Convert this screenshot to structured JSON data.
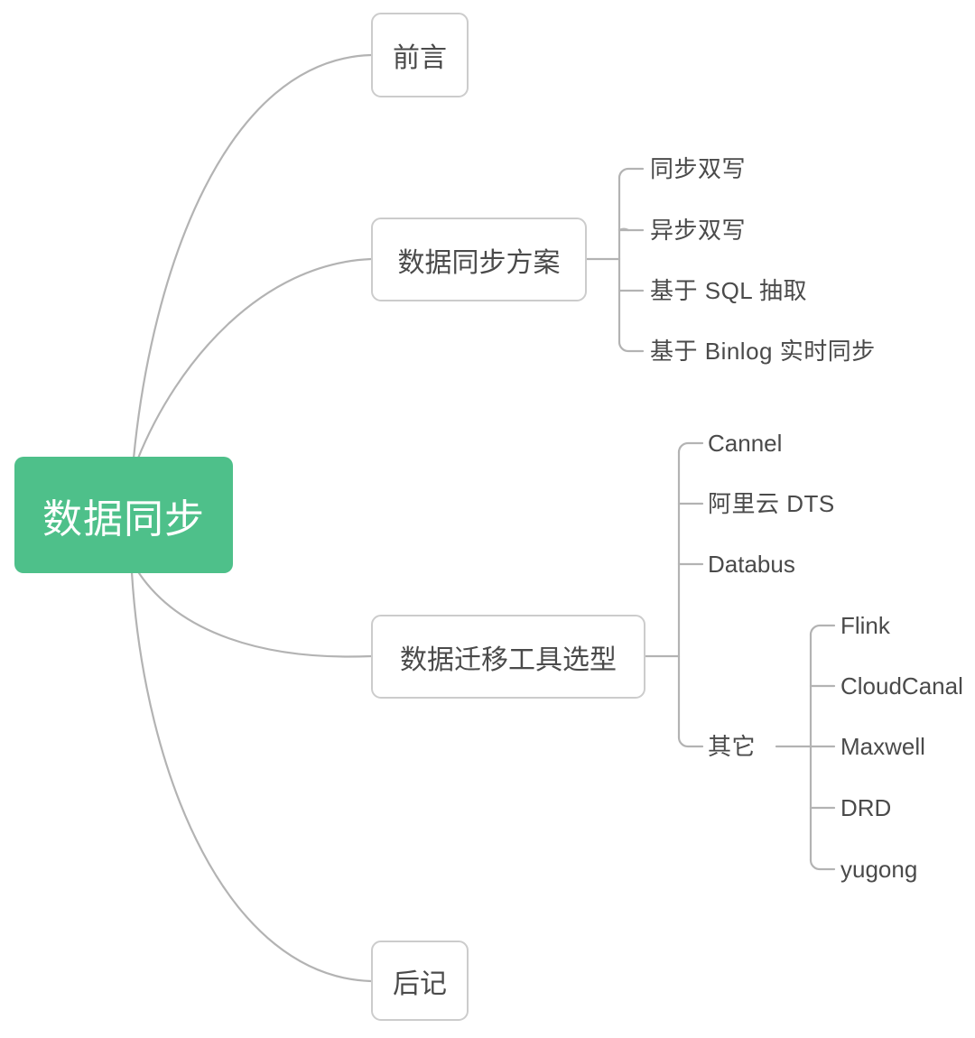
{
  "diagram": {
    "type": "mind-map",
    "title": "数据同步",
    "background_color": "#ffffff",
    "root_fill_color": "#4ec08a",
    "root_text_color": "#ffffff",
    "node_border_color": "#cccccc",
    "node_text_color": "#4a4a4a",
    "connector_color": "#b3b3b3"
  },
  "root": {
    "label": "数据同步"
  },
  "branches": [
    {
      "id": "preface",
      "label": "前言",
      "children": []
    },
    {
      "id": "sync-plan",
      "label": "数据同步方案",
      "children": [
        {
          "label": "同步双写"
        },
        {
          "label": "异步双写"
        },
        {
          "label": "基于 SQL 抽取"
        },
        {
          "label": "基于 Binlog 实时同步"
        }
      ]
    },
    {
      "id": "tool-choice",
      "label": "数据迁移工具选型",
      "children": [
        {
          "label": "Cannel"
        },
        {
          "label": "阿里云 DTS"
        },
        {
          "label": "Databus"
        },
        {
          "label": "其它",
          "children": [
            {
              "label": "Flink"
            },
            {
              "label": "CloudCanal"
            },
            {
              "label": "Maxwell"
            },
            {
              "label": "DRD"
            },
            {
              "label": "yugong"
            }
          ]
        }
      ]
    },
    {
      "id": "postscript",
      "label": "后记",
      "children": []
    }
  ],
  "leaves": {
    "sync_plan": {
      "i0": "同步双写",
      "i1": "异步双写",
      "i2": "基于 SQL 抽取",
      "i3": "基于 Binlog 实时同步"
    },
    "tool_choice": {
      "i0": "Cannel",
      "i1": "阿里云 DTS",
      "i2": "Databus",
      "i3": "其它"
    },
    "other_tools": {
      "i0": "Flink",
      "i1": "CloudCanal",
      "i2": "Maxwell",
      "i3": "DRD",
      "i4": "yugong"
    }
  }
}
